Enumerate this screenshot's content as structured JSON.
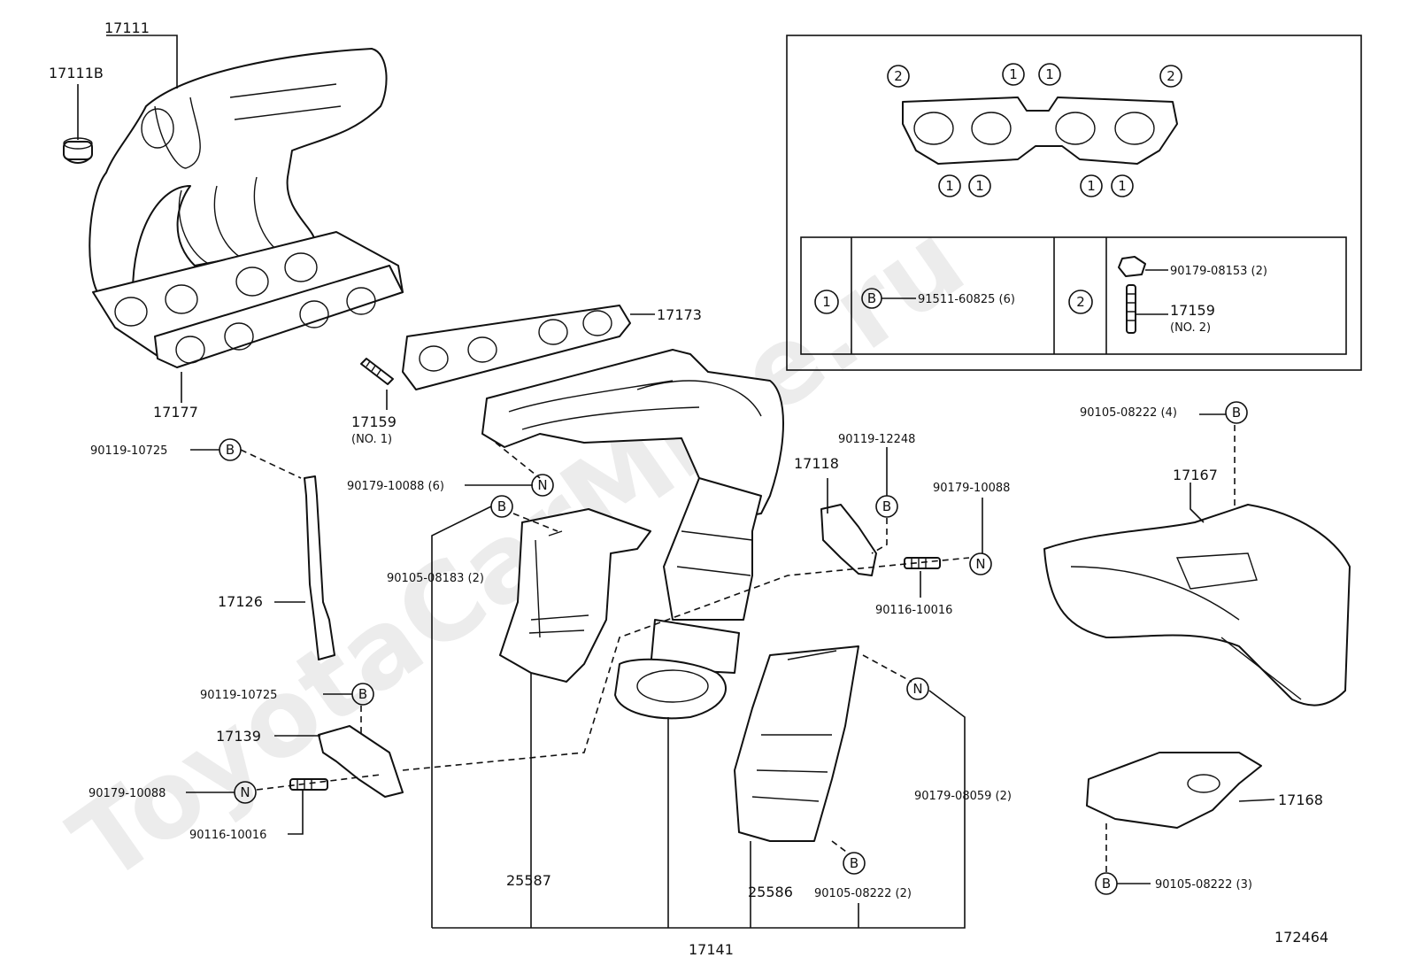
{
  "watermark": "ToyotaCarMine.ru",
  "diagram_id": "172464",
  "parts": {
    "p17111": "17111",
    "p17111B": "17111B",
    "p17177": "17177",
    "p17173": "17173",
    "p17159_no1_num": "17159",
    "p17159_no1_note": "(NO. 1)",
    "p90119_10725_a": "90119-10725",
    "p90179_10088_6": "90179-10088 (6)",
    "p90105_08183_2": "90105-08183 (2)",
    "p17126": "17126",
    "p90119_10725_b": "90119-10725",
    "p17139": "17139",
    "p90179_10088_a": "90179-10088",
    "p90116_10016_a": "90116-10016",
    "p25587": "25587",
    "p17141": "17141",
    "p25586": "25586",
    "p90105_08222_2": "90105-08222 (2)",
    "p90179_08059_2": "90179-08059 (2)",
    "p17118": "17118",
    "p90119_12248": "90119-12248",
    "p90179_10088_b": "90179-10088",
    "p90116_10016_b": "90116-10016",
    "p90105_08222_4": "90105-08222 (4)",
    "p17167": "17167",
    "p17168": "17168",
    "p90105_08222_3": "90105-08222 (3)"
  },
  "markers": {
    "B": "B",
    "N": "N",
    "one": "1",
    "two": "2"
  },
  "legend_table": {
    "row1_ref": "1",
    "row1_part": "91511-60825 (6)",
    "row2_ref": "2",
    "row2_part_a": "90179-08153 (2)",
    "row2_part_b_num": "17159",
    "row2_part_b_note": "(NO. 2)"
  }
}
